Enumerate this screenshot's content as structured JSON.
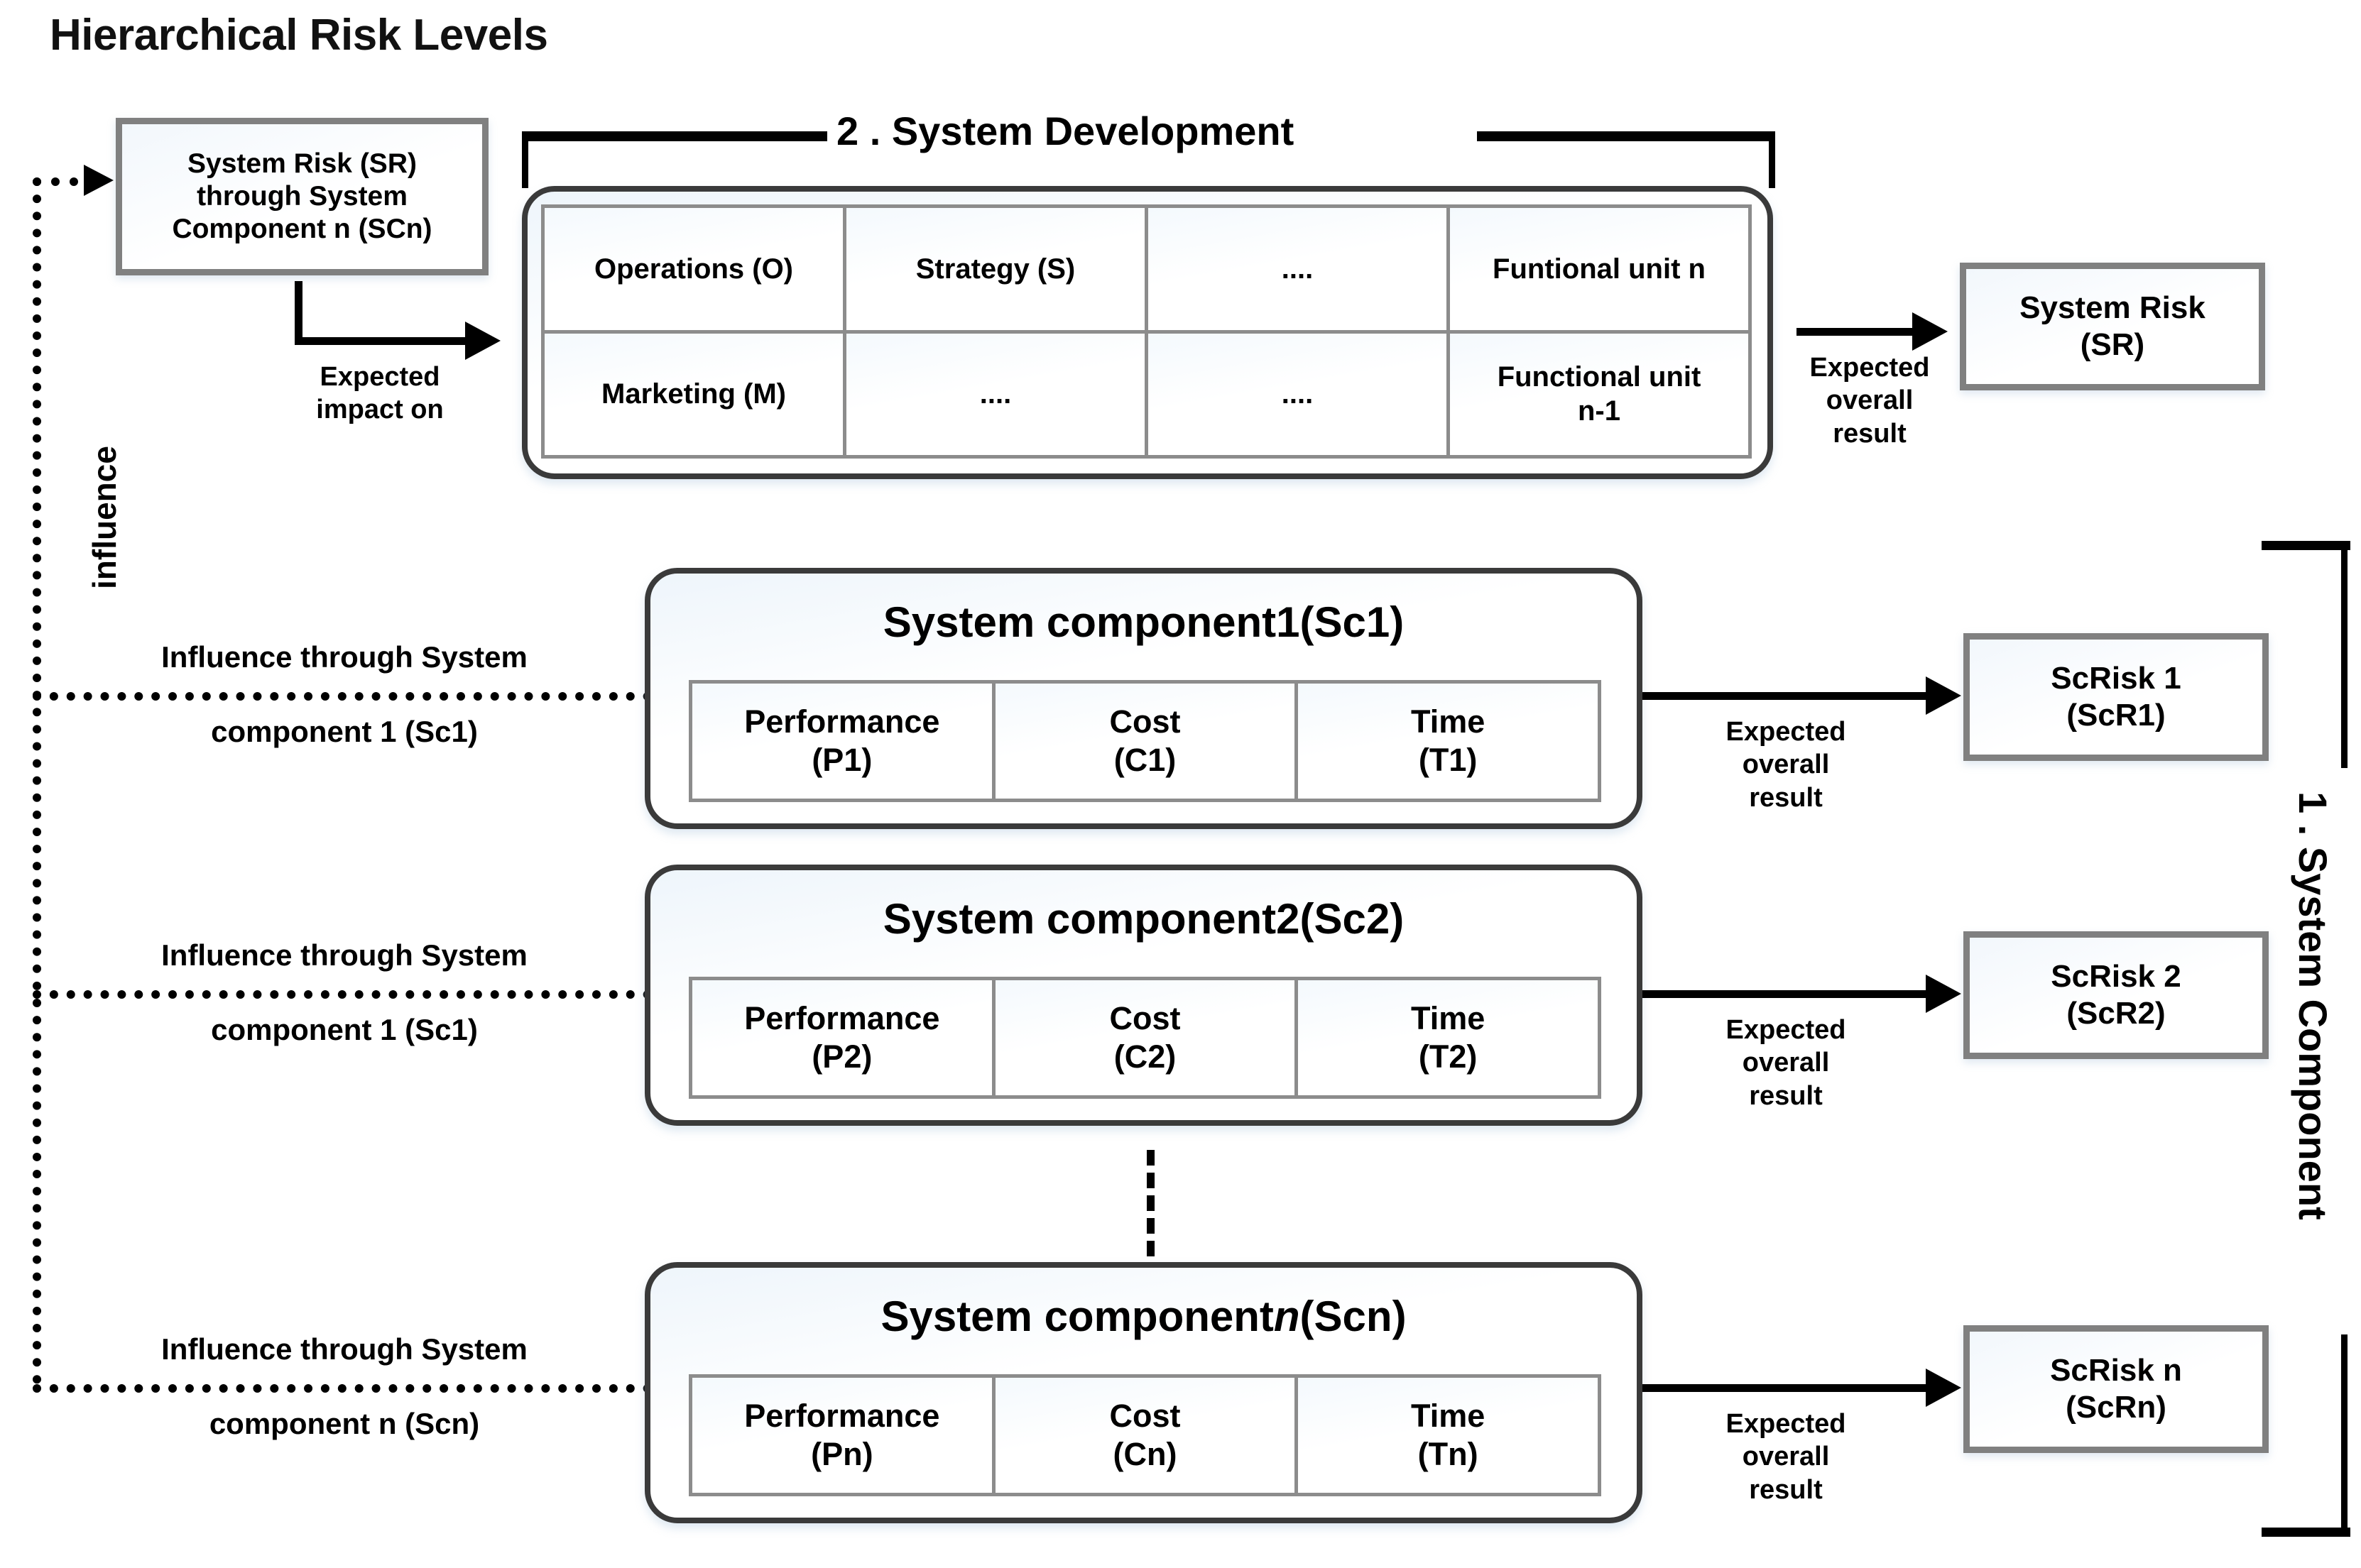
{
  "title": "Hierarchical Risk Levels",
  "source_box": {
    "line1": "System Risk (SR)",
    "line2": "through System",
    "line3": "Component n (SCn)"
  },
  "left_axis": {
    "influence_label": "influence"
  },
  "expected_impact_label": "Expected\nimpact on",
  "system_development": {
    "bracket_label": "2 . System Development",
    "table": {
      "rows": [
        [
          "Operations (O)",
          "Strategy (S)",
          "....",
          "Funtional unit n"
        ],
        [
          "Marketing (M)",
          "....",
          "....",
          "Functional unit\nn-1"
        ]
      ]
    },
    "outcome_arrow_label": "Expected\noverall\nresult",
    "outcome_box": {
      "line1": "System Risk",
      "line2": "(SR)"
    }
  },
  "right_axis": {
    "bracket_label": "1 . System Component"
  },
  "components": [
    {
      "influence_label_line1": "Influence through System",
      "influence_label_line2": "component 1 (Sc1)",
      "title_prefix": "System component ",
      "title_index": "1",
      "title_index_italic": false,
      "title_suffix": " (Sc1)",
      "attributes": [
        {
          "name": "Performance",
          "code": "(P1)"
        },
        {
          "name": "Cost",
          "code": "(C1)"
        },
        {
          "name": "Time",
          "code": "(T1)"
        }
      ],
      "arrow_label": "Expected\noverall\nresult",
      "risk_box": {
        "line1": "ScRisk 1",
        "line2": "(ScR1)"
      }
    },
    {
      "influence_label_line1": "Influence through System",
      "influence_label_line2": "component 1 (Sc1)",
      "title_prefix": "System component ",
      "title_index": "2",
      "title_index_italic": false,
      "title_suffix": " (Sc2)",
      "attributes": [
        {
          "name": "Performance",
          "code": "(P2)"
        },
        {
          "name": "Cost",
          "code": "(C2)"
        },
        {
          "name": "Time",
          "code": "(T2)"
        }
      ],
      "arrow_label": "Expected\noverall\nresult",
      "risk_box": {
        "line1": "ScRisk 2",
        "line2": "(ScR2)"
      }
    },
    {
      "influence_label_line1": "Influence through System",
      "influence_label_line2": "component n (Scn)",
      "title_prefix": "System component ",
      "title_index": "n",
      "title_index_italic": true,
      "title_suffix": " (Scn)",
      "attributes": [
        {
          "name": "Performance",
          "code": "(Pn)"
        },
        {
          "name": "Cost",
          "code": "(Cn)"
        },
        {
          "name": "Time",
          "code": "(Tn)"
        }
      ],
      "arrow_label": "Expected\noverall\nresult",
      "risk_box": {
        "line1": "ScRisk n",
        "line2": "(ScRn)"
      }
    }
  ],
  "colors": {
    "box_border_gray": "#808080",
    "round_border_dark": "#3a3a3a",
    "grid_line_gray": "#8c8c8c",
    "ink": "#000000",
    "panel_tint": "#eef5fb"
  }
}
